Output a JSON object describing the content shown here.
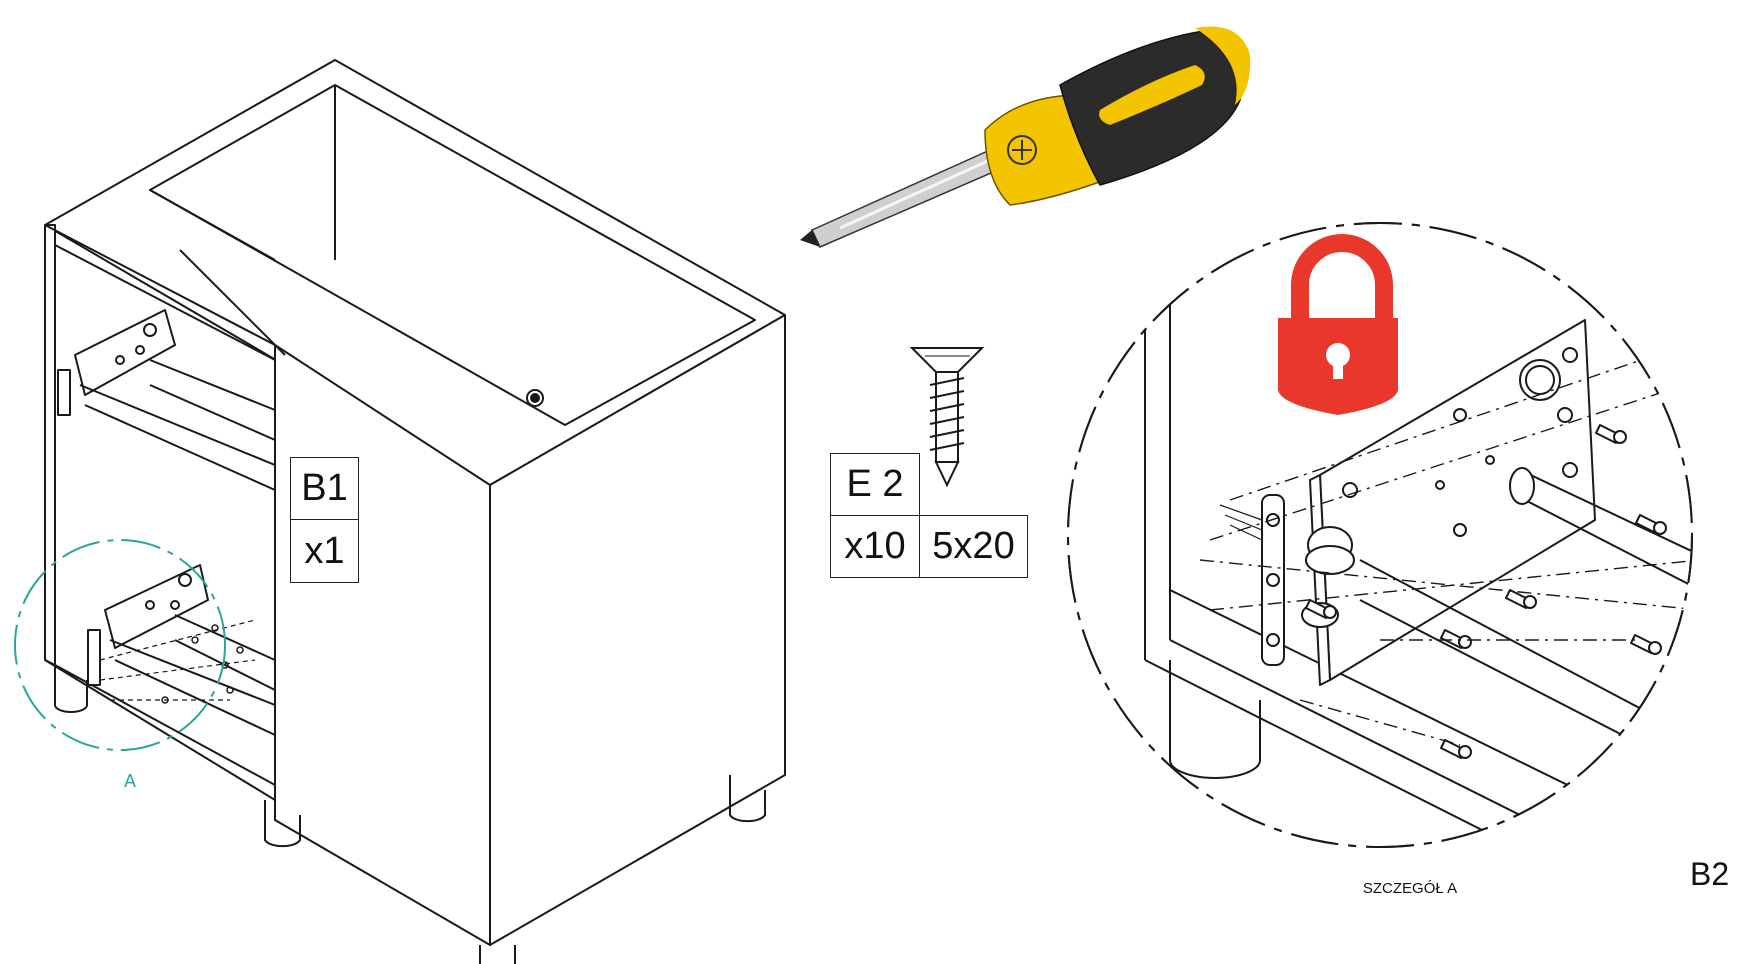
{
  "part_label": {
    "code": "B1",
    "qty": "x1"
  },
  "screw_label": {
    "code": "E 2",
    "qty": "x10",
    "size": "5x20"
  },
  "detail_marker": "A",
  "detail_caption": "SZCZEGÓŁ A",
  "step_label": "B2",
  "icons": {
    "tool": "phillips-screwdriver-icon",
    "lock": "padlock-locked-icon",
    "screw": "wood-screw-icon"
  },
  "colors": {
    "lock": "#e8382c",
    "screwdriver_handle": "#f5c400",
    "screwdriver_grip": "#2b2b2b",
    "detail_circle_marker": "#2aa59a",
    "line": "#1a1a1a"
  }
}
